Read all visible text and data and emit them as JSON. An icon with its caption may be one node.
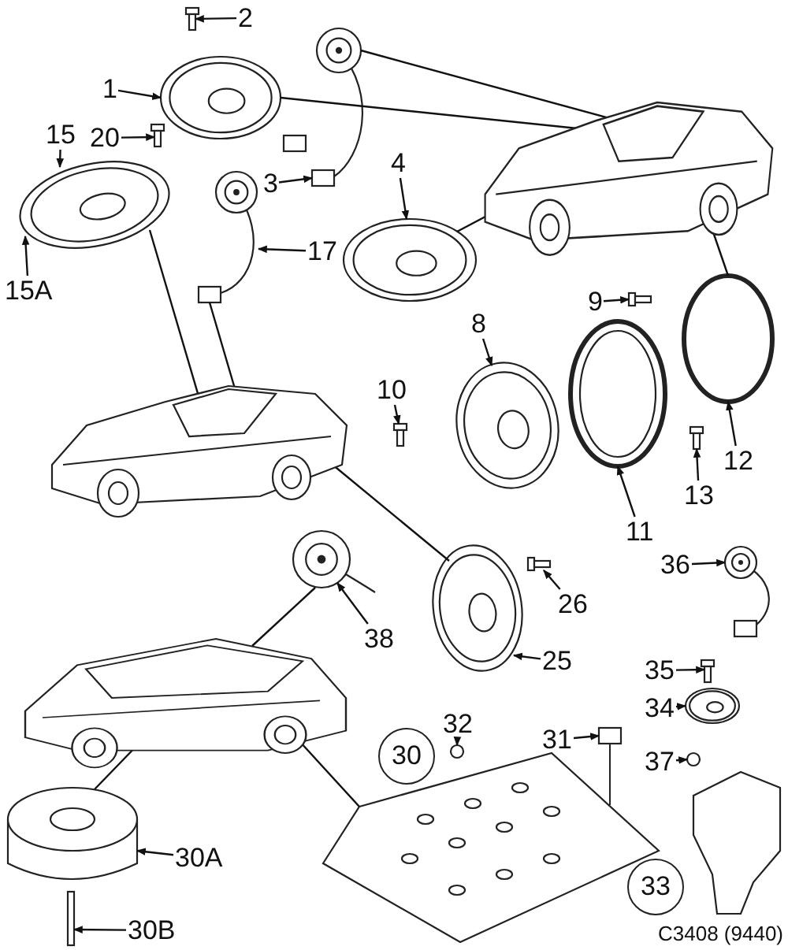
{
  "diagram": {
    "caption": "C3408 (9440)",
    "nodes": [
      {
        "text": [
          "2"
        ]
      },
      {
        "text": [
          "1"
        ]
      },
      {
        "text": [
          "20"
        ]
      },
      {
        "text": [
          "15"
        ]
      },
      {
        "text": [
          "15A"
        ]
      },
      {
        "text": [
          "3"
        ]
      },
      {
        "text": [
          "17"
        ]
      },
      {
        "text": [
          "4"
        ]
      },
      {
        "text": [
          "9"
        ]
      },
      {
        "text": [
          "8"
        ]
      },
      {
        "text": [
          "10"
        ]
      },
      {
        "text": [
          "11"
        ]
      },
      {
        "text": [
          "12"
        ]
      },
      {
        "text": [
          "13"
        ]
      },
      {
        "text": [
          "36"
        ]
      },
      {
        "text": [
          "26"
        ]
      },
      {
        "text": [
          "38"
        ]
      },
      {
        "text": [
          "25"
        ]
      },
      {
        "text": [
          "35"
        ]
      },
      {
        "text": [
          "34"
        ]
      },
      {
        "text": [
          "37"
        ]
      },
      {
        "text": [
          "32"
        ]
      },
      {
        "text": [
          "31"
        ]
      },
      {
        "text": [
          "30A"
        ]
      },
      {
        "text": [
          "30B"
        ]
      },
      {
        "text": [
          "30"
        ]
      },
      {
        "text": [
          "33"
        ]
      },
      {
        "text": [],
        "shape": "picture"
      },
      {
        "text": [],
        "shape": "picture"
      },
      {
        "text": [],
        "shape": "picture"
      },
      {
        "text": [],
        "shape": "picture"
      },
      {
        "text": [],
        "shape": "picture"
      },
      {
        "text": [],
        "shape": "picture"
      },
      {
        "text": [],
        "shape": "picture"
      },
      {
        "text": [],
        "shape": "picture"
      },
      {
        "text": [],
        "shape": "picture"
      },
      {
        "text": [],
        "shape": "picture"
      },
      {
        "text": [],
        "shape": "picture"
      },
      {
        "text": [],
        "shape": "picture"
      },
      {
        "text": [],
        "shape": "picture"
      },
      {
        "text": [],
        "shape": "circle"
      },
      {
        "text": [],
        "shape": "picture"
      },
      {
        "text": [],
        "shape": "picture"
      },
      {
        "text": [],
        "shape": "picture"
      },
      {
        "text": [],
        "shape": "picture"
      },
      {
        "text": [],
        "shape": "picture"
      },
      {
        "text": [],
        "shape": "picture"
      },
      {
        "text": [],
        "shape": "picture"
      },
      {
        "text": [],
        "shape": "picture"
      },
      {
        "text": [],
        "shape": "circle"
      },
      {
        "text": [],
        "shape": "picture"
      },
      {
        "text": [],
        "shape": "circle"
      },
      {
        "text": [],
        "shape": "picture"
      },
      {
        "text": [],
        "shape": "picture"
      },
      {
        "text": [],
        "shape": "picture"
      },
      {
        "text": [],
        "shape": "bar"
      }
    ],
    "edges": [
      {
        "from": 0,
        "to": 30,
        "arrow": "to"
      },
      {
        "from": 1,
        "to": 31,
        "arrow": "to"
      },
      {
        "from": 2,
        "to": 33,
        "arrow": "to"
      },
      {
        "from": 3,
        "to": 34,
        "arrow": "to"
      },
      {
        "from": 4,
        "to": 34,
        "arrow": "to"
      },
      {
        "from": 5,
        "to": 32,
        "arrow": "to"
      },
      {
        "from": 6,
        "to": 35,
        "arrow": "to"
      },
      {
        "from": 7,
        "to": 36,
        "arrow": "to"
      },
      {
        "from": 8,
        "to": 37,
        "arrow": "to"
      },
      {
        "from": 9,
        "to": 38,
        "arrow": "to"
      },
      {
        "from": 10,
        "to": 42,
        "arrow": "to"
      },
      {
        "from": 11,
        "to": 39,
        "arrow": "to"
      },
      {
        "from": 12,
        "to": 40,
        "arrow": "to"
      },
      {
        "from": 13,
        "to": 41,
        "arrow": "to"
      },
      {
        "from": 14,
        "to": 43,
        "arrow": "to"
      },
      {
        "from": 15,
        "to": 44,
        "arrow": "to"
      },
      {
        "from": 16,
        "to": 45,
        "arrow": "to"
      },
      {
        "from": 17,
        "to": 46,
        "arrow": "to"
      },
      {
        "from": 18,
        "to": 47,
        "arrow": "to"
      },
      {
        "from": 19,
        "to": 48,
        "arrow": "to"
      },
      {
        "from": 20,
        "to": 49,
        "arrow": "to"
      },
      {
        "from": 21,
        "to": 51,
        "arrow": "to"
      },
      {
        "from": 22,
        "to": 52,
        "arrow": "to"
      },
      {
        "from": 23,
        "to": 54,
        "arrow": "to"
      },
      {
        "from": 24,
        "to": 55,
        "arrow": "to"
      },
      {
        "from": 27,
        "to": 31,
        "arrow": "none"
      },
      {
        "from": 27,
        "to": 32,
        "arrow": "none"
      },
      {
        "from": 27,
        "to": 36,
        "arrow": "none"
      },
      {
        "from": 27,
        "to": 40,
        "arrow": "none"
      },
      {
        "from": 28,
        "to": 34,
        "arrow": "none"
      },
      {
        "from": 28,
        "to": 35,
        "arrow": "none"
      },
      {
        "from": 28,
        "to": 46,
        "arrow": "none"
      },
      {
        "from": 29,
        "to": 54,
        "arrow": "none"
      },
      {
        "from": 29,
        "to": 53,
        "arrow": "none"
      },
      {
        "from": 29,
        "to": 45,
        "arrow": "none"
      }
    ]
  }
}
